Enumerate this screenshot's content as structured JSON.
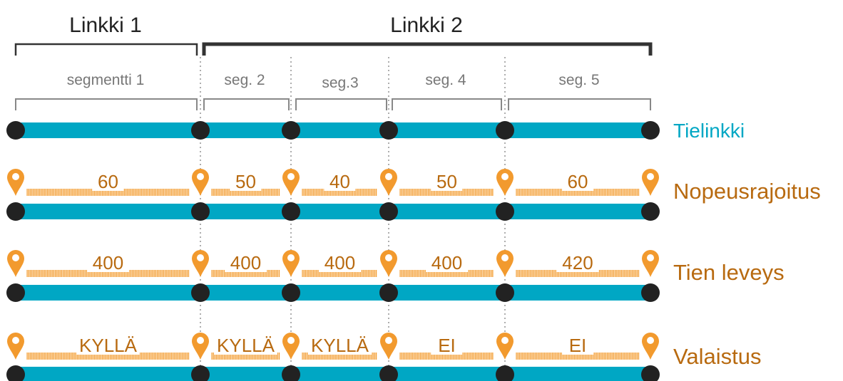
{
  "links": [
    {
      "label": "Linkki 1"
    },
    {
      "label": "Linkki 2"
    }
  ],
  "segments": [
    {
      "label": "segmentti 1"
    },
    {
      "label": "seg. 2"
    },
    {
      "label": "seg.3"
    },
    {
      "label": "seg. 4"
    },
    {
      "label": "seg. 5"
    }
  ],
  "rows": [
    {
      "label": "Tielinkki",
      "values": []
    },
    {
      "label": "Nopeusrajoitus",
      "values": [
        "60",
        "50",
        "40",
        "50",
        "60"
      ]
    },
    {
      "label": "Tien leveys",
      "values": [
        "400",
        "400",
        "400",
        "400",
        "420"
      ]
    },
    {
      "label": "Valaistus",
      "values": [
        "KYLLÄ",
        "KYLLÄ",
        "KYLLÄ",
        "EI",
        "EI"
      ]
    }
  ],
  "colors": {
    "road": "#00a7c4",
    "node": "#222222",
    "marker": "#f29a2e",
    "value_text": "#b86a10",
    "bracket": "#888888",
    "link_bracket": "#333333"
  },
  "icons": {
    "marker": "map-pin-icon",
    "node": "node-dot-icon"
  }
}
